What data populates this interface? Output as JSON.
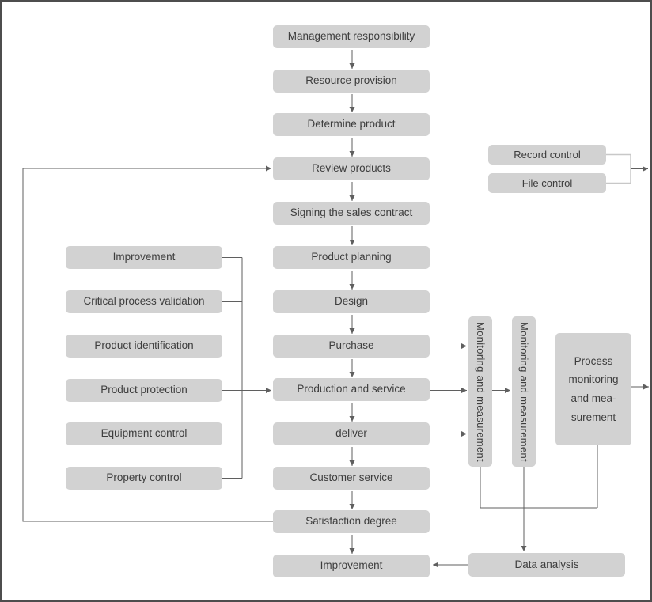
{
  "diagram": {
    "main_flow": [
      "Management responsibility",
      "Resource provision",
      "Determine product",
      "Review products",
      "Signing the sales contract",
      "Product planning",
      "Design",
      "Purchase",
      "Production and service",
      "deliver",
      "Customer service",
      "Satisfaction degree",
      "Improvement"
    ],
    "left_column": [
      "Improvement",
      "Critical process validation",
      "Product identification",
      "Product protection",
      "Equipment control",
      "Property control"
    ],
    "record_group": [
      "Record control",
      "File control"
    ],
    "monitoring_box_1": "Monitoring and measurement",
    "monitoring_box_2": "Monitoring and measurement",
    "process_monitoring": "Process\nmonitoring\nand mea-\nsurement",
    "data_analysis": "Data analysis"
  },
  "colors": {
    "node_fill": "#d2d2d2",
    "node_text": "#3d3d3d",
    "connector": "#5f5f5f",
    "bracket": "#c8c8c8",
    "frame_border": "#4d4d4d",
    "background": "#ffffff"
  }
}
